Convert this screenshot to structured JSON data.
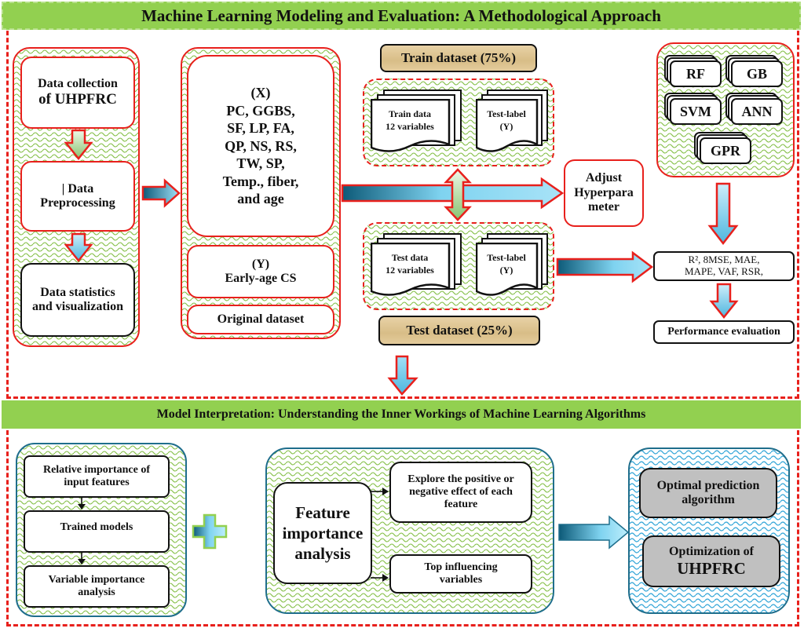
{
  "header": {
    "title": "Machine Learning Modeling and Evaluation: A Methodological Approach"
  },
  "section_two": {
    "title": "Model Interpretation: Understanding the Inner Workings of Machine Learning Algorithms"
  },
  "data_pipeline": {
    "collection": [
      "Data collection",
      "of UHPFRC"
    ],
    "preprocessing": [
      "| Data",
      "Preprocessing"
    ],
    "statistics": [
      "Data statistics",
      "and visualization"
    ]
  },
  "dataset": {
    "x_label": "(X)",
    "x_vars": [
      "PC, GGBS,",
      "SF, LP, FA,",
      "QP, NS, RS,",
      "TW, SP,",
      "Temp., fiber,",
      "and age"
    ],
    "y_label": "(Y)",
    "y_var": "Early-age CS",
    "original": "Original dataset"
  },
  "split": {
    "train_title": "Train dataset (75%)",
    "train_data": [
      "Train data",
      "12 variables"
    ],
    "train_label": [
      "Test-label",
      "(Y)"
    ],
    "test_title": "Test dataset (25%)",
    "test_data": [
      "Test data",
      "12 variables"
    ],
    "test_label": [
      "Test-label",
      "(Y)"
    ]
  },
  "hyperparameter": [
    "Adjust",
    "Hyperpara",
    "meter"
  ],
  "models": [
    "RF",
    "GB",
    "SVM",
    "ANN",
    "GPR"
  ],
  "metrics": [
    "R², 8MSE, MAE,",
    "MAPE, VAF, RSR,"
  ],
  "performance": "Performance evaluation",
  "interpretation": {
    "steps": [
      [
        "Relative importance of",
        "input features"
      ],
      [
        "Trained models"
      ],
      [
        "Variable importance",
        "analysis"
      ]
    ],
    "feature_box": [
      "Feature",
      "importance",
      "analysis"
    ],
    "explore": [
      "Explore the positive or",
      "negative effect of each",
      "feature"
    ],
    "top": [
      "Top influencing",
      "variables"
    ],
    "optimal": [
      "Optimal prediction",
      "algorithm"
    ],
    "optimization": [
      "Optimization of",
      "UHPFRC"
    ]
  },
  "colors": {
    "banner": "#92d050",
    "frame": "#e8201c",
    "teal": "#1f6e8c",
    "arrow_blue": "#7fd3f0",
    "tan": "#d8bd87",
    "grey_box": "#c0c0c0"
  }
}
